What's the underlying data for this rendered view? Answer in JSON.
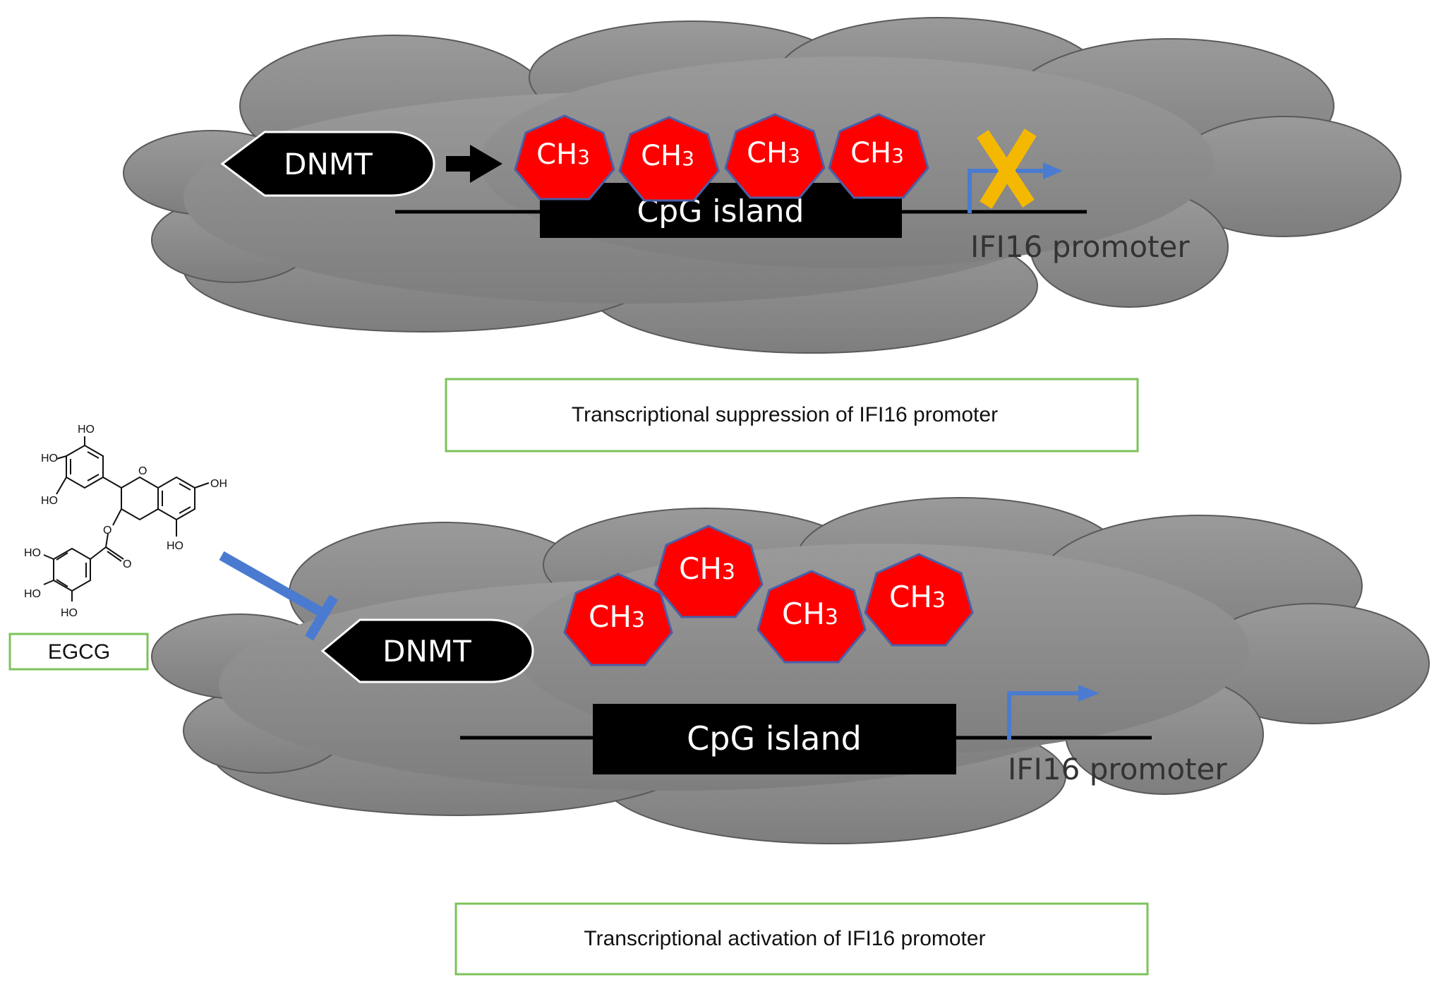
{
  "colors": {
    "cloud_fill": "#8f8f8f",
    "cloud_stroke": "#5a5a5a",
    "methyl_fill": "#ff0000",
    "methyl_stroke": "#4a5fa8",
    "promoter_arrow": "#4a7bd0",
    "block_x": "#f5b800",
    "caption_border": "#7cc35a",
    "label_dark": "#333333",
    "enzyme_fill": "#000000",
    "text_light": "#ffffff"
  },
  "top_panel": {
    "enzyme_label": "DNMT",
    "methyl_groups": [
      {
        "main": "CH",
        "sub": "3"
      },
      {
        "main": "CH",
        "sub": "3"
      },
      {
        "main": "CH",
        "sub": "3"
      },
      {
        "main": "CH",
        "sub": "3"
      }
    ],
    "cpg_label": "CpG island",
    "promoter_label": "IFI16 promoter",
    "block_icon": "x-block-icon",
    "caption": "Transcriptional suppression of IFI16 promoter"
  },
  "bottom_panel": {
    "enzyme_label": "DNMT",
    "methyl_groups": [
      {
        "main": "CH",
        "sub": "3"
      },
      {
        "main": "CH",
        "sub": "3"
      },
      {
        "main": "CH",
        "sub": "3"
      },
      {
        "main": "CH",
        "sub": "3"
      }
    ],
    "cpg_label": "CpG island",
    "promoter_label": "IFI16 promoter",
    "caption": "Transcriptional activation of IFI16 promoter"
  },
  "egcg": {
    "label": "EGCG",
    "atoms": [
      "HO",
      "HO",
      "HO",
      "O",
      "OH",
      "O",
      "HO",
      "HO",
      "HO",
      "O",
      "HO"
    ]
  }
}
